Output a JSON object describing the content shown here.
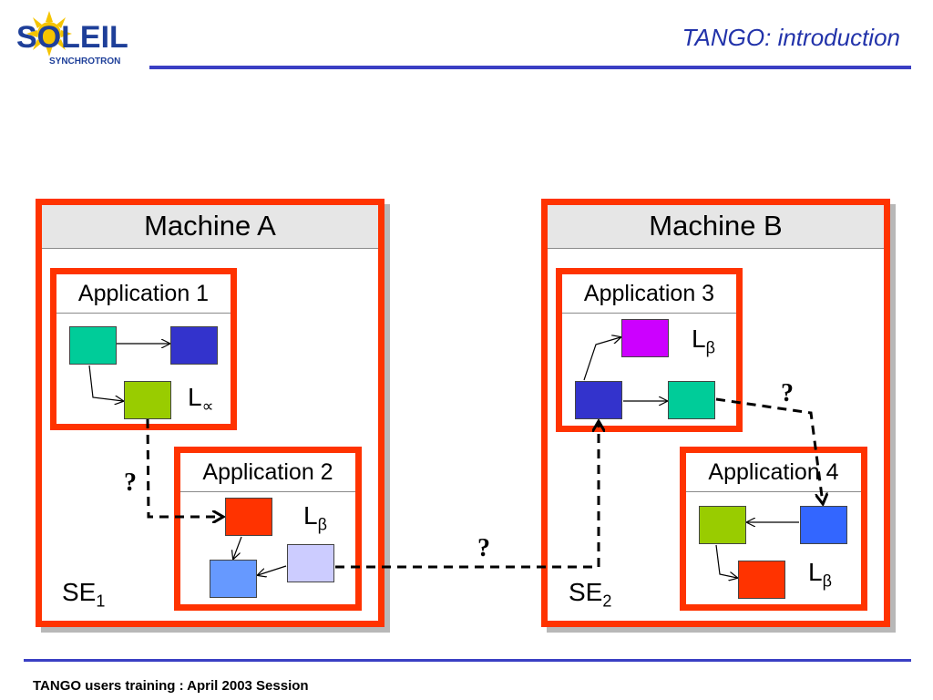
{
  "header": {
    "title": "TANGO: introduction",
    "logo": {
      "brand": "SOLEIL",
      "subtext": "SYNCHROTRON"
    }
  },
  "footer": {
    "text": "TANGO users training : April 2003 Session"
  },
  "machines": [
    {
      "title": "Machine A",
      "se_label": "SE",
      "se_sub": "1"
    },
    {
      "title": "Machine B",
      "se_label": "SE",
      "se_sub": "2"
    }
  ],
  "applications": [
    {
      "title": "Application 1",
      "lang_label": "L",
      "lang_sub": "∝"
    },
    {
      "title": "Application 2",
      "lang_label": "L",
      "lang_sub": "β"
    },
    {
      "title": "Application 3",
      "lang_label": "L",
      "lang_sub": "β"
    },
    {
      "title": "Application 4",
      "lang_label": "L",
      "lang_sub": "β"
    }
  ],
  "question_marks": [
    "?",
    "?",
    "?"
  ],
  "colors": {
    "border_red": "#ff3300",
    "teal": "#00cc99",
    "navy": "#3333cc",
    "lime": "#99cc00",
    "red": "#ff3300",
    "light_blue": "#6699ff",
    "lavender": "#ccccff",
    "magenta": "#cc00ff",
    "blue": "#3366ff",
    "title_blue": "#2233aa"
  }
}
